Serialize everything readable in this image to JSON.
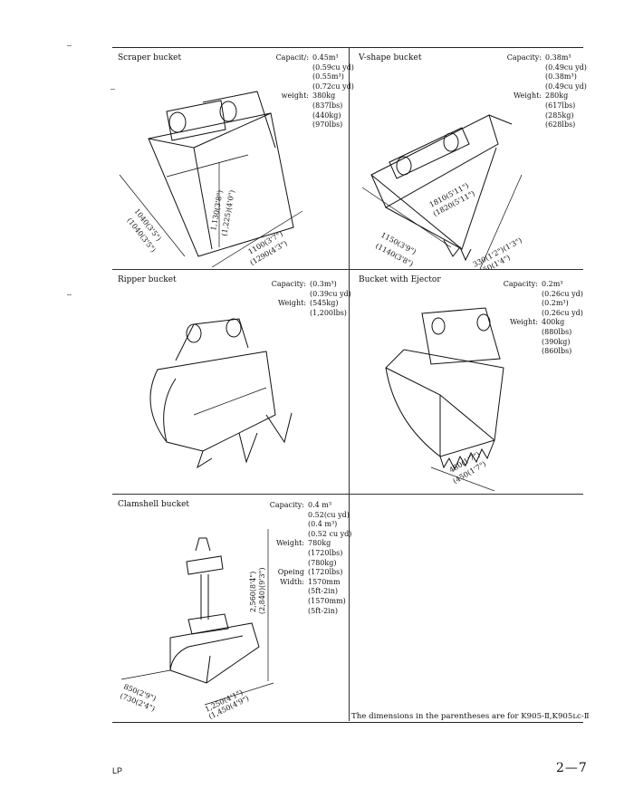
{
  "cells": [
    {
      "title": "Scraper bucket",
      "specs": [
        {
          "label": "Capacit∕:",
          "values": [
            "0.45m³",
            "(0.59cu yd)",
            "(0.55m³)",
            "(0.72cu yd)"
          ]
        },
        {
          "label": "weight:",
          "values": [
            "380kg",
            "(837lbs)",
            "(440kg)",
            "(970lbs)"
          ]
        }
      ],
      "dims": [
        "1040(3'5\")",
        "(1040(3'5\")",
        "1,130(3'8\")",
        "(1,225)(4'0\")",
        "1100(3'7\")",
        "(1290(4'3\")"
      ]
    },
    {
      "title": "V-shape bucket",
      "specs": [
        {
          "label": "Capacity:",
          "values": [
            "0.38m³",
            "(0.49cu yd)",
            "(0.38m³)",
            "(0.49cu yd)"
          ]
        },
        {
          "label": "Weight:",
          "values": [
            "280kg",
            "(617lbs)",
            "(285kg)",
            "(628lbs)"
          ]
        }
      ],
      "dims": [
        "1810(5'11\")",
        "(1820(5'11\")",
        "1150(3'9\")",
        "(1140(3'8\")",
        "330(1'2\")(1'3\")",
        "(350(1'4\")"
      ]
    },
    {
      "title": "Ripper bucket",
      "specs": [
        {
          "label": "Capacity:",
          "values": [
            "(0.3m³)",
            "(0.39cu yd)"
          ]
        },
        {
          "label": "Weight:",
          "values": [
            "(545kg)",
            "(1,200lbs)"
          ]
        }
      ],
      "dims": []
    },
    {
      "title": "Bucket with Ejector",
      "specs": [
        {
          "label": "Capacity:",
          "values": [
            "0.2m³",
            "(0.26cu yd)",
            "(0.2m³)",
            "(0.26cu yd)"
          ]
        },
        {
          "label": "Weight:",
          "values": [
            "400kg",
            "(880lbs)",
            "(390kg)",
            "(860lbs)"
          ]
        }
      ],
      "dims": [
        "450(1'7\")",
        "(450(1'7\")"
      ]
    },
    {
      "title": "Clamshell bucket",
      "specs": [
        {
          "label": "Capacity:",
          "values": [
            "0.4 m³",
            "0.52(cu yd)",
            "(0.4 m³)",
            "(0.52 cu yd)"
          ]
        },
        {
          "label": "Weight:",
          "values": [
            "780kg",
            "(1720lbs)",
            "(780kg)"
          ]
        },
        {
          "label": "Opeing",
          "values": [
            "(1720lbs)"
          ]
        },
        {
          "label": "Width:",
          "values": [
            "1570mm",
            "(5ft-2in)",
            "(1570mm)",
            "(5ft-2in)"
          ]
        }
      ],
      "dims": [
        "2,560(8'4\")",
        "(2,840)(9'3\")",
        "850(2'9\")",
        "(730(2'4\")",
        "1,250(4'1\")",
        "(1,450(4'9\")"
      ]
    }
  ],
  "footnote": "The dimensions in the parentheses are for K905-Ⅱ,K905ʟᴄ-Ⅱ",
  "footer": {
    "left": "LP",
    "page": "2—7"
  }
}
